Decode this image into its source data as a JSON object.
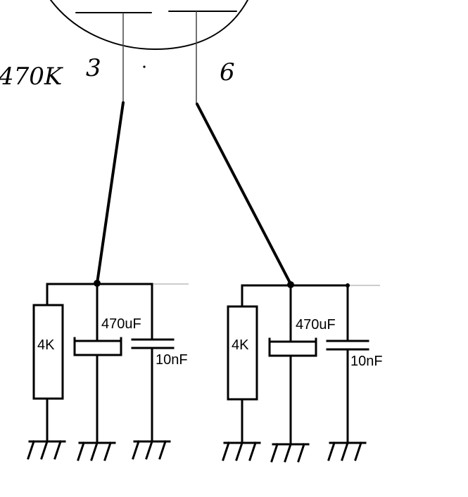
{
  "tube": {
    "resistor_label": "470K",
    "pin_left": "3",
    "pin_right": "6"
  },
  "stages": [
    {
      "resistor": "4K",
      "cap_electrolytic": "470uF",
      "cap_film": "10nF"
    },
    {
      "resistor": "4K",
      "cap_electrolytic": "470uF",
      "cap_film": "10nF"
    }
  ]
}
